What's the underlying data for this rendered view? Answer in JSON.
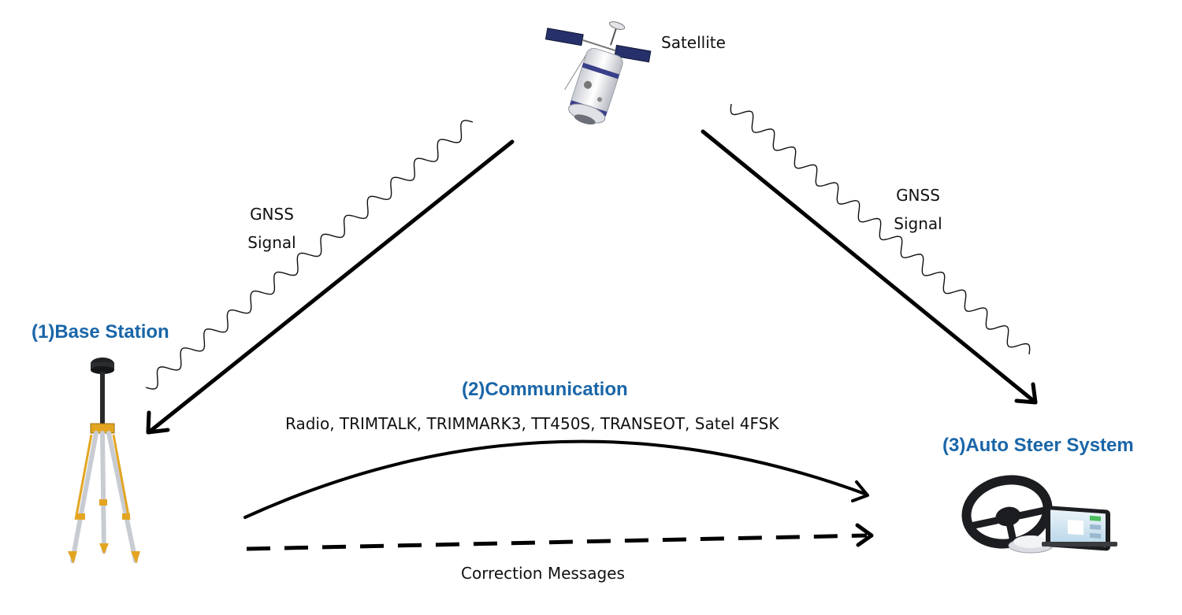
{
  "colors": {
    "title_blue": "#1a66a8",
    "line": "#000000"
  },
  "satellite": {
    "label": "Satellite",
    "icon": "satellite-icon"
  },
  "gnss_left": {
    "line1": "GNSS",
    "line2": "Signal"
  },
  "gnss_right": {
    "line1": "GNSS",
    "line2": "Signal"
  },
  "base_station": {
    "title": "(1)Base Station",
    "icon": "tripod-gnss-receiver-icon"
  },
  "communication": {
    "title": "(2)Communication",
    "protocols": "Radio, TRIMTALK, TRIMMARK3, TT450S, TRANSEOT, Satel 4FSK",
    "correction_label": "Correction Messages"
  },
  "auto_steer": {
    "title": "(3)Auto Steer System",
    "icon": "steering-wheel-display-icon"
  }
}
